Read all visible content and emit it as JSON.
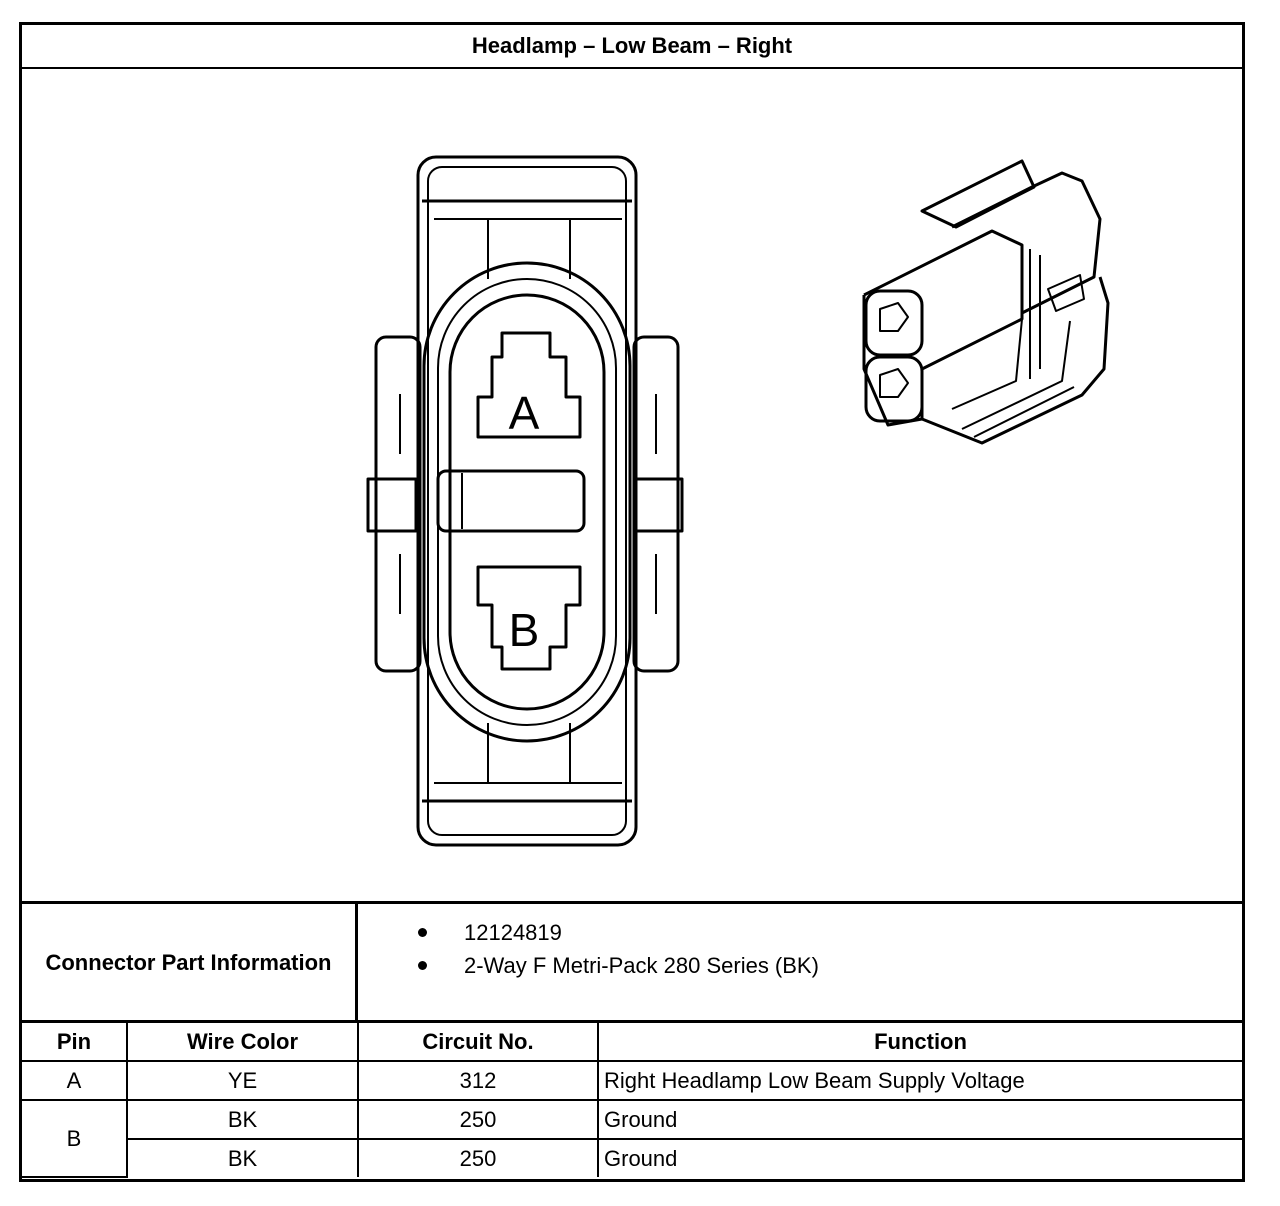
{
  "title": "Headlamp – Low Beam – Right",
  "pins_labels": {
    "a": "A",
    "b": "B"
  },
  "connector_info": {
    "label": "Connector Part Information",
    "items": [
      "12124819",
      "2-Way F Metri-Pack 280 Series (BK)"
    ]
  },
  "table": {
    "headers": [
      "Pin",
      "Wire Color",
      "Circuit No.",
      "Function"
    ],
    "rows": [
      {
        "pin": "A",
        "wire_color": "YE",
        "circuit": "312",
        "function": "Right Headlamp Low Beam Supply Voltage"
      },
      {
        "pin": "B",
        "wire_color": "BK",
        "circuit": "250",
        "function": "Ground"
      },
      {
        "pin": "",
        "wire_color": "BK",
        "circuit": "250",
        "function": "Ground"
      }
    ]
  }
}
